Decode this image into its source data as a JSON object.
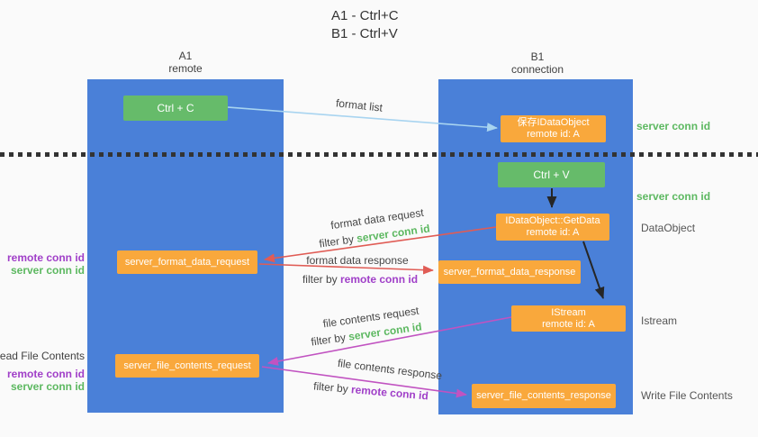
{
  "title": {
    "line1": "A1 - Ctrl+C",
    "line2": "B1 - Ctrl+V"
  },
  "columns": {
    "a": {
      "id": "A1",
      "subtitle": "remote"
    },
    "b": {
      "id": "B1",
      "subtitle": "connection"
    }
  },
  "nodes": {
    "ctrl_c": "Ctrl + C",
    "ctrl_v": "Ctrl + V",
    "save_dataobject": {
      "line1": "保存IDataObject",
      "line2": "remote id: A"
    },
    "getdata": {
      "line1": "IDataObject::GetData",
      "line2": "remote id: A"
    },
    "istream": {
      "line1": "IStream",
      "line2": "remote id: A"
    },
    "format_request": "server_format_data_request",
    "format_response": "server_format_data_response",
    "file_request": "server_file_contents_request",
    "file_response": "server_file_contents_response"
  },
  "flow_labels": {
    "format_list": "format list",
    "format_data_request": "format data request",
    "format_data_response": "format data response",
    "file_contents_request": "file contents request",
    "file_contents_response": "file contents response",
    "filter_by": "filter by",
    "server_conn_id": "server conn id",
    "remote_conn_id": "remote conn id"
  },
  "side_labels": {
    "server_conn_top": "server conn id",
    "server_conn_mid": "server conn id",
    "dataobject": "DataObject",
    "istream": "Istream",
    "write_file": "Write File Contents",
    "read_file": "Read File Contents",
    "remote_conn_1": "remote conn id",
    "server_conn_1": "server conn id",
    "remote_conn_2": "remote conn id",
    "server_conn_2": "server conn id"
  },
  "colors": {
    "column_blue": "#4a80d8",
    "box_green": "#66bb6a",
    "box_orange": "#f9a83c",
    "green_text": "#5cb860",
    "purple_text": "#a03fc8",
    "arrow_red": "#e05c55",
    "arrow_magenta": "#c153c1",
    "arrow_blue": "#a8d4f0",
    "arrow_black": "#262626"
  }
}
